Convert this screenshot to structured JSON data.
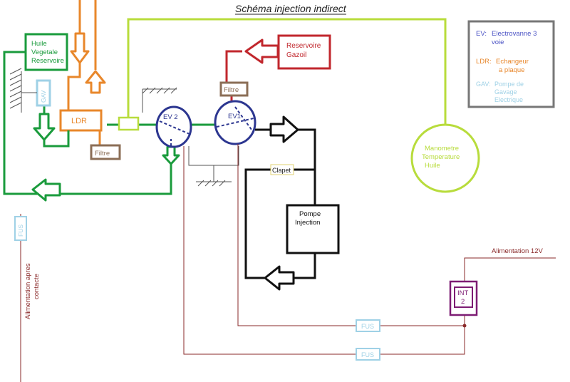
{
  "title": "Schéma injection indirect",
  "colors": {
    "green": "#1a9b3c",
    "orange": "#e8872b",
    "red": "#c1272d",
    "lime": "#b8dc3c",
    "blue": "#2c3690",
    "brown": "#8b6e56",
    "lightblue": "#9fd1e6",
    "purple": "#7d1c73",
    "maroon": "#8a2a2a",
    "black": "#111111",
    "gray": "#777777"
  },
  "boxes": {
    "huile": [
      "Huile",
      "Vegetale",
      "Reservoire"
    ],
    "reservoire_gazoil": [
      "Reservoire",
      "Gazoil"
    ],
    "ldr": "LDR",
    "gav": "GAV",
    "filtre_left": "Filtre",
    "filtre_top": "Filtre",
    "ev2": "EV 2",
    "ev1": "EV1",
    "clapet": "Clapet",
    "pompe": [
      "Pompe",
      "Injection"
    ],
    "manometre": [
      "Manometre",
      "Temperature",
      "Huile"
    ],
    "int": [
      "INT",
      "2"
    ],
    "fus_left": "FUS",
    "fus_mid": "FUS",
    "fus_bottom": "FUS",
    "alimentation_12v": "Alimentation 12V",
    "alimentation_apres": [
      "Alimentation apres",
      "contacte"
    ]
  },
  "legend": [
    {
      "abbr": "EV:",
      "lines": [
        "Electrovanne 3",
        "voie"
      ],
      "color": "#4a52c4"
    },
    {
      "abbr": "LDR:",
      "lines": [
        "Echangeur",
        "a plaque"
      ],
      "color": "#e8872b"
    },
    {
      "abbr": "GAV:",
      "lines": [
        "Pompe de",
        "Gavage",
        "Electrique"
      ],
      "color": "#9fd1e6"
    }
  ]
}
